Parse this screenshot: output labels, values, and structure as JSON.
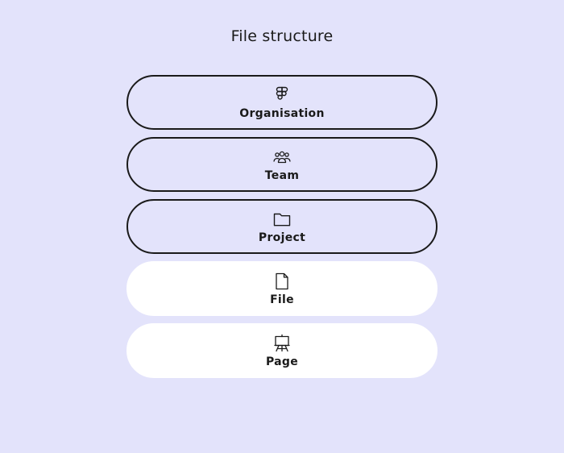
{
  "title": "File structure",
  "levels": [
    {
      "label": "Organisation",
      "icon": "figma-logo-icon",
      "style": "outlined"
    },
    {
      "label": "Team",
      "icon": "team-people-icon",
      "style": "outlined"
    },
    {
      "label": "Project",
      "icon": "folder-icon",
      "style": "outlined"
    },
    {
      "label": "File",
      "icon": "file-icon",
      "style": "filled"
    },
    {
      "label": "Page",
      "icon": "easel-icon",
      "style": "filled"
    }
  ]
}
